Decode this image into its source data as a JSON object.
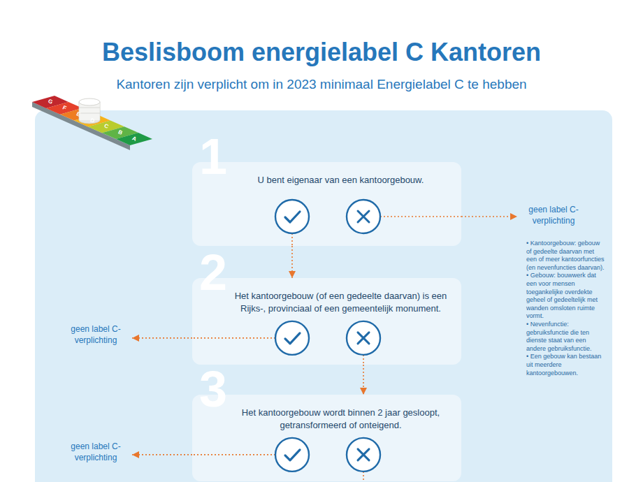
{
  "diagram": {
    "title": "Beslisboom energielabel C Kantoren",
    "nodes": [
      {
        "text": [
          "1",
          "U bent eigenaar van een kantoorgebouw."
        ]
      },
      {
        "text": [
          "geen label C- verplichting"
        ]
      },
      {
        "text": [
          "2",
          "Het kantoorgebouw (of een gedeelte daarvan) is een Rijks-, provinciaal of een gemeentelijk monument."
        ]
      },
      {
        "text": [
          "geen label C- verplichting"
        ]
      },
      {
        "text": [
          "3",
          "Het kantoorgebouw wordt binnen 2 jaar gesloopt, getransformeerd of onteigend."
        ]
      },
      {
        "text": [
          "geen label C- verplichting"
        ]
      }
    ],
    "edges": [
      {
        "from": 0,
        "to": 1,
        "arrow": "to"
      },
      {
        "from": 0,
        "to": 2,
        "arrow": "to"
      },
      {
        "from": 2,
        "to": 3,
        "arrow": "to"
      },
      {
        "from": 2,
        "to": 4,
        "arrow": "to"
      },
      {
        "from": 4,
        "to": 5,
        "arrow": "to"
      }
    ],
    "labels": [
      "Kantoren zijn verplicht om in 2023 minimaal Energielabel C te hebben",
      "• Kantoorgebouw: gebouw of gedeelte daarvan met een of meer kantoorfuncties (en nevenfuncties daarvan).",
      "• Gebouw: bouwwerk dat een voor mensen toegankelijke overdekte geheel of gedeeltelijk met wanden omsloten ruimte vormt.",
      "• Nevenfunctie: gebruiksfunctie die ten dienste staat van een andere gebruiksfunctie.",
      "• Een gebouw kan bestaan uit meerdere kantoorgebouwen.",
      "G",
      "F",
      "E",
      "D",
      "C",
      "B",
      "A"
    ]
  }
}
